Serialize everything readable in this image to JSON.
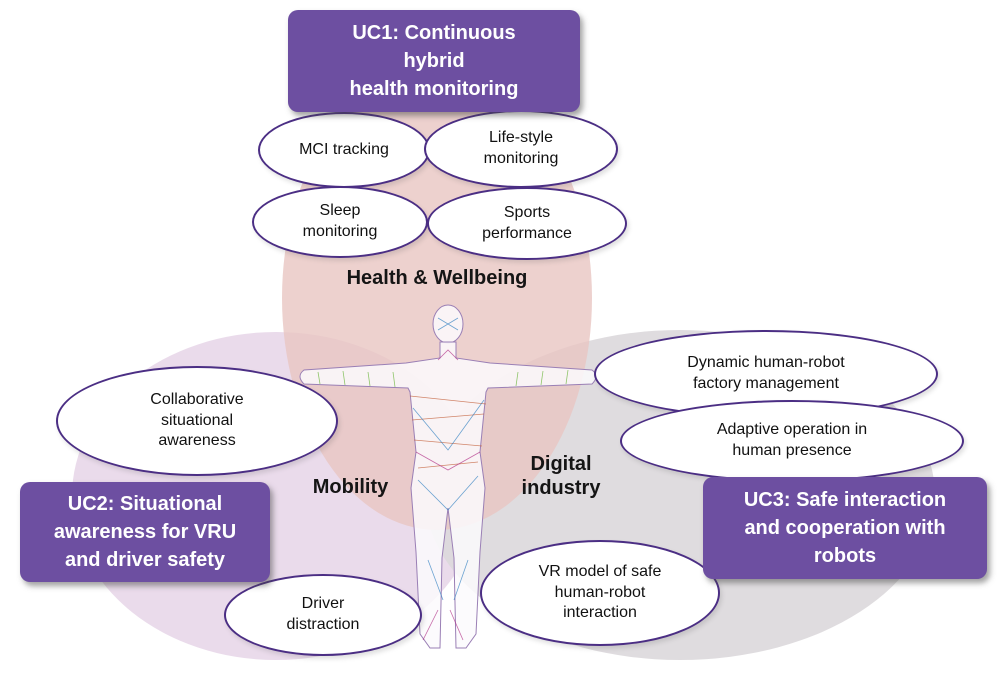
{
  "diagram": {
    "health": {
      "uc_lines": [
        "UC1: Continuous",
        "hybrid",
        "health monitoring"
      ],
      "area_label": "Health & Wellbeing",
      "bubbles": [
        "MCI tracking",
        "Life-style monitoring",
        "Sleep monitoring",
        "Sports performance"
      ]
    },
    "mobility": {
      "uc_lines": [
        "UC2: Situational",
        "awareness for VRU",
        "and driver safety"
      ],
      "area_label": "Mobility",
      "bubbles": [
        "Collaborative situational awareness",
        "Driver distraction"
      ]
    },
    "digital": {
      "uc_lines": [
        "UC3: Safe interaction",
        "and cooperation with",
        "robots"
      ],
      "area_label": "Digital industry",
      "bubbles": [
        "Dynamic human-robot factory management",
        "Adaptive operation in human presence",
        "VR model of safe human-robot interaction"
      ]
    },
    "colors": {
      "uc_box": "#6d4fa1",
      "ellipse_border": "#4b2e84",
      "blob_health": "#e9c6c2",
      "blob_mobility": "#e6d5e8",
      "blob_digital": "#dcd8db"
    }
  }
}
